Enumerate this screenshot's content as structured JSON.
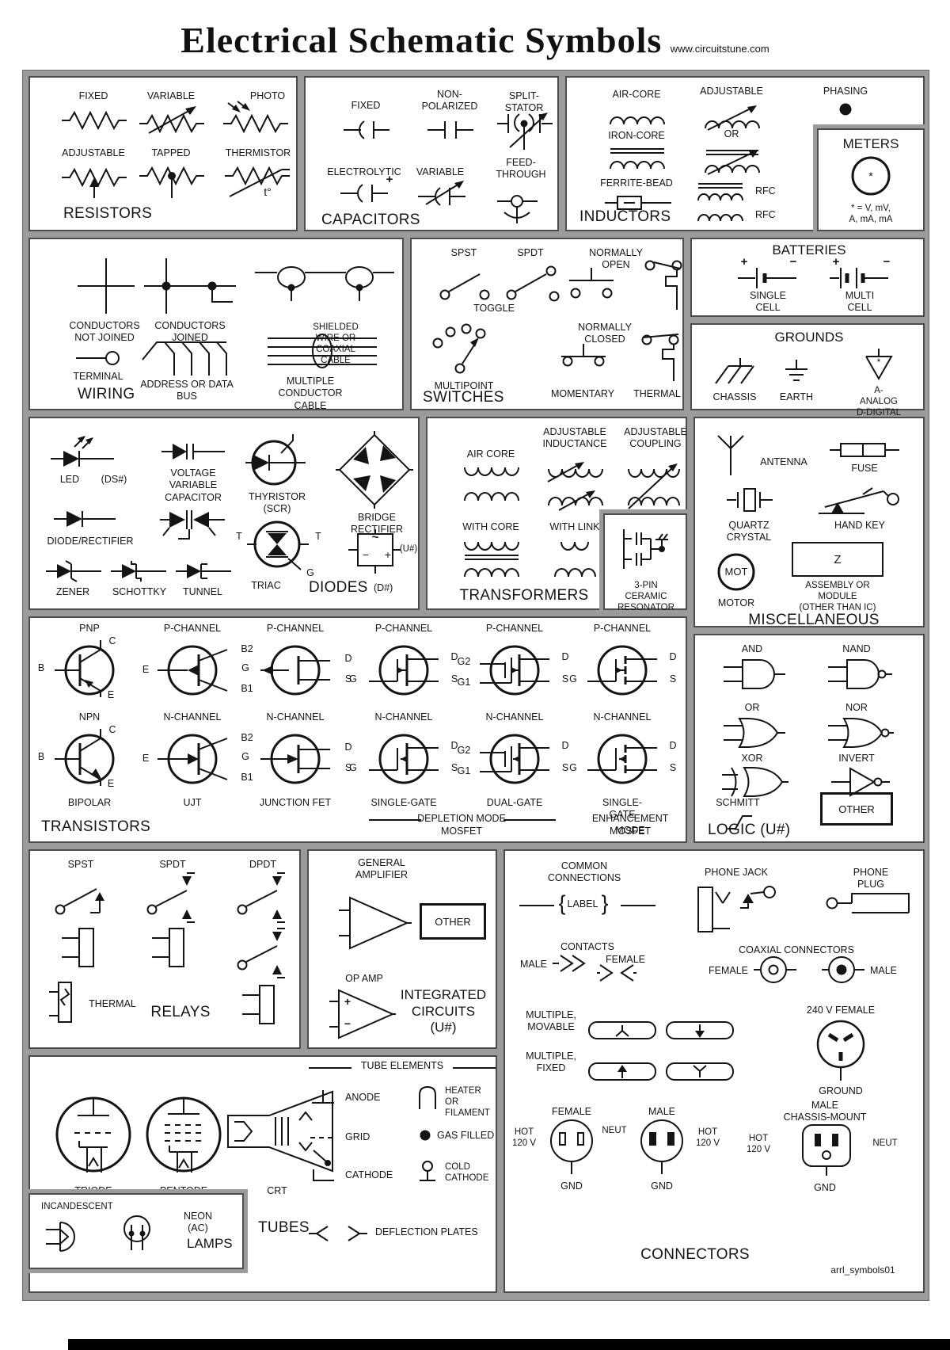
{
  "page": {
    "title": "Electrical Schematic Symbols",
    "site": "www.circuitstune.com",
    "footer_code": "arrl_symbols01"
  },
  "colors": {
    "gutter": "#9b9b9b",
    "line": "#141414",
    "panel_border": "#4c4c4c",
    "background": "#ffffff"
  },
  "resistors": {
    "title": "RESISTORS",
    "fixed": "FIXED",
    "variable": "VARIABLE",
    "photo": "PHOTO",
    "adjustable": "ADJUSTABLE",
    "tapped": "TAPPED",
    "thermistor": "THERMISTOR",
    "t_note": "t°"
  },
  "capacitors": {
    "title": "CAPACITORS",
    "fixed": "FIXED",
    "non_polarized": "NON-\nPOLARIZED",
    "split_stator": "SPLIT-STATOR",
    "electrolytic": "ELECTROLYTIC",
    "variable": "VARIABLE",
    "feed_through": "FEED-\nTHROUGH",
    "plus": "+"
  },
  "inductors": {
    "title": "INDUCTORS",
    "air_core": "AIR-CORE",
    "adjustable": "ADJUSTABLE",
    "phasing": "PHASING",
    "iron_core": "IRON-CORE",
    "or": "OR",
    "ferrite_bead": "FERRITE-BEAD",
    "rfc": "RFC"
  },
  "meters": {
    "title": "METERS",
    "star": "*",
    "note": "* = V, mV,\nA, mA, mA"
  },
  "wiring": {
    "title": "WIRING",
    "not_joined": "CONDUCTORS\nNOT JOINED",
    "joined": "CONDUCTORS\nJOINED",
    "shielded": "SHIELDED WIRE OR COAXIAL CABLE",
    "terminal": "TERMINAL",
    "bus": "ADDRESS OR DATA\nBUS",
    "cable": "MULTIPLE CONDUCTOR\nCABLE"
  },
  "switches": {
    "title": "SWITCHES",
    "spst": "SPST",
    "spdt": "SPDT",
    "toggle": "TOGGLE",
    "normally_open": "NORMALLY OPEN",
    "normally_closed": "NORMALLY CLOSED",
    "multipoint": "MULTIPOINT",
    "momentary": "MOMENTARY",
    "thermal": "THERMAL"
  },
  "batteries": {
    "title": "BATTERIES",
    "single": "SINGLE\nCELL",
    "multi": "MULTI\nCELL",
    "plus": "+",
    "minus": "−"
  },
  "grounds": {
    "title": "GROUNDS",
    "chassis": "CHASSIS",
    "earth": "EARTH",
    "analog_digital": "A-ANALOG\nD-DIGITAL",
    "star": "*"
  },
  "diodes": {
    "title": "DIODES",
    "d_num": "(D#)",
    "u_num": "(U#)",
    "led": "LED",
    "ds_num": "(DS#)",
    "vvc": "VOLTAGE\nVARIABLE\nCAPACITOR",
    "thyristor": "THYRISTOR\n(SCR)",
    "bridge": "BRIDGE\nRECTIFIER",
    "diode_rectifier": "DIODE/RECTIFIER",
    "zener": "ZENER",
    "schottky": "SCHOTTKY",
    "tunnel": "TUNNEL",
    "triac": "TRIAC",
    "t": "T",
    "g": "G",
    "tilde": "~",
    "plus": "+",
    "minus": "−"
  },
  "transformers": {
    "title": "TRANSFORMERS",
    "air_core": "AIR CORE",
    "adj_inductance": "ADJUSTABLE\nINDUCTANCE",
    "adj_coupling": "ADJUSTABLE\nCOUPLING",
    "with_core": "WITH CORE",
    "with_link": "WITH LINK",
    "resonator": "3-PIN CERAMIC\nRESONATOR"
  },
  "misc": {
    "title": "MISCELLANEOUS",
    "antenna": "ANTENNA",
    "fuse": "FUSE",
    "quartz": "QUARTZ\nCRYSTAL",
    "hand_key": "HAND KEY",
    "mot": "MOT",
    "motor": "MOTOR",
    "z": "Z",
    "assembly": "ASSEMBLY OR\nMODULE\n(OTHER THAN IC)"
  },
  "transistors": {
    "title": "TRANSISTORS",
    "row1": [
      "PNP",
      "P-CHANNEL",
      "P-CHANNEL",
      "P-CHANNEL",
      "P-CHANNEL",
      "P-CHANNEL"
    ],
    "row2": [
      "NPN",
      "N-CHANNEL",
      "N-CHANNEL",
      "N-CHANNEL",
      "N-CHANNEL",
      "N-CHANNEL"
    ],
    "cols": [
      "BIPOLAR",
      "UJT",
      "JUNCTION FET",
      "SINGLE-GATE",
      "DUAL-GATE",
      "SINGLE-GATE"
    ],
    "depletion": "DEPLETION MODE",
    "mosfet": "MOSFET",
    "enhancement": "ENHANCEMENT MODE",
    "pins": {
      "b": "B",
      "c": "C",
      "e": "E",
      "g": "G",
      "d": "D",
      "s": "S",
      "g1": "G1",
      "g2": "G2",
      "b1": "B1",
      "b2": "B2"
    }
  },
  "logic": {
    "title": "LOGIC  (U#)",
    "and": "AND",
    "nand": "NAND",
    "or": "OR",
    "nor": "NOR",
    "xor": "XOR",
    "invert": "INVERT",
    "schmitt": "SCHMITT",
    "other": "OTHER"
  },
  "relays": {
    "title": "RELAYS",
    "spst": "SPST",
    "spdt": "SPDT",
    "dpdt": "DPDT",
    "thermal": "THERMAL"
  },
  "ics": {
    "title": "INTEGRATED\nCIRCUITS\n(U#)",
    "general": "GENERAL\nAMPLIFIER",
    "other": "OTHER",
    "op_amp": "OP  AMP",
    "plus": "+",
    "minus": "−"
  },
  "connectors": {
    "title": "CONNECTORS",
    "common": "COMMON\nCONNECTIONS",
    "label": "LABEL",
    "brace_l": "{",
    "brace_r": "}",
    "phone_jack": "PHONE JACK",
    "phone_plug": "PHONE PLUG",
    "contacts": "CONTACTS",
    "male": "MALE",
    "female": "FEMALE",
    "coaxial": "COAXIAL CONNECTORS",
    "movable": "MULTIPLE,\nMOVABLE",
    "fixed": "MULTIPLE,\nFIXED",
    "v240": "240 V FEMALE",
    "ground": "GROUND",
    "hot": "HOT\n120 V",
    "neut": "NEUT",
    "gnd": "GND",
    "chassis_mount": "MALE\nCHASSIS-MOUNT"
  },
  "tubes": {
    "title": "TUBES",
    "triode": "TRIODE",
    "pentode": "PENTODE",
    "crt": "CRT",
    "elements": "TUBE ELEMENTS",
    "anode": "ANODE",
    "heater": "HEATER OR\nFILAMENT",
    "grid": "GRID",
    "gas": "GAS FILLED",
    "cathode": "CATHODE",
    "cold": "COLD\nCATHODE",
    "deflection": "DEFLECTION PLATES"
  },
  "lamps": {
    "title": "LAMPS",
    "incandescent": "INCANDESCENT",
    "neon": "NEON (AC)"
  }
}
